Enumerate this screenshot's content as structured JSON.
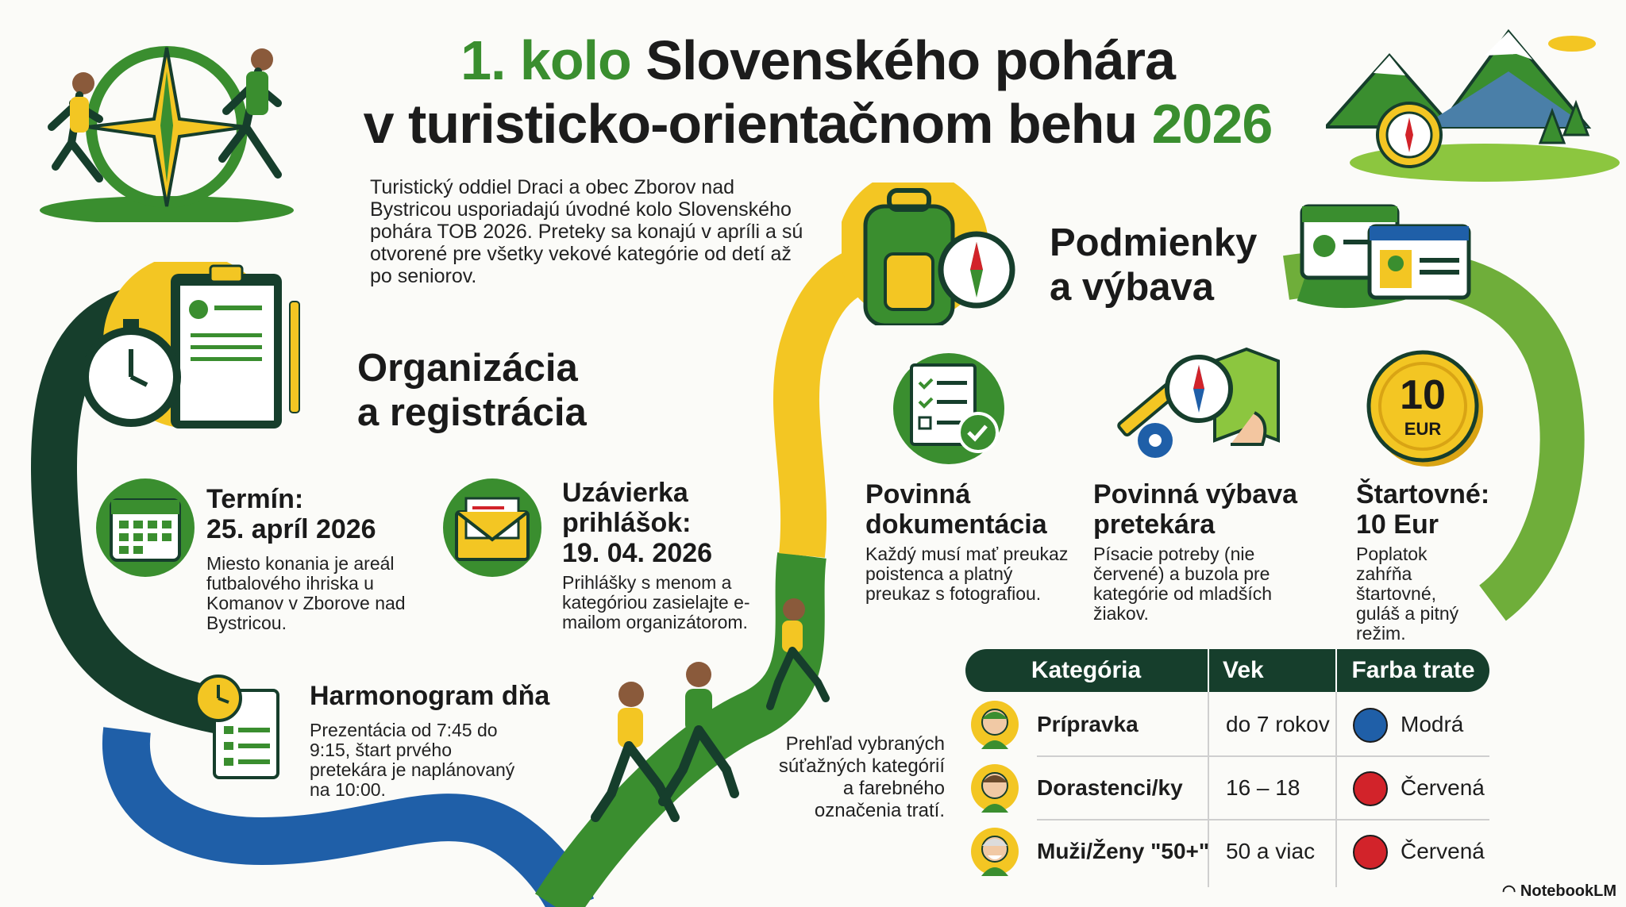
{
  "title": {
    "part1": "1. kolo",
    "part2": " Slovenského pohára",
    "part3": "v turisticko-orientačnom behu ",
    "year": "2026"
  },
  "intro": "Turistický oddiel Draci a obec Zborov nad Bystricou usporiadajú úvodné kolo Slovenského pohára TOB 2026. Preteky sa konajú v apríli a sú otvorené pre všetky vekové kategórie od detí až po seniorov.",
  "organizacia": {
    "heading_line1": "Organizácia",
    "heading_line2": "a registrácia",
    "termin": {
      "title_line1": "Termín:",
      "title_line2": "25. apríl 2026",
      "text": "Miesto konania je areál futbalového ihriska u Komanov v Zborove nad Bystricou."
    },
    "uzavierka": {
      "title_line1": "Uzávierka",
      "title_line2": "prihlášok:",
      "title_line3": "19. 04. 2026",
      "text": "Prihlášky s menom a kategóriou zasielajte e-mailom organizátorom."
    },
    "harmonogram": {
      "title": "Harmonogram dňa",
      "text": "Prezentácia od 7:45 do 9:15, štart prvého pretekára je naplánovaný na 10:00."
    }
  },
  "podmienky": {
    "heading_line1": "Podmienky",
    "heading_line2": "a výbava",
    "dokumentacia": {
      "title_line1": "Povinná",
      "title_line2": "dokumentácia",
      "text": "Každý musí mať preukaz poistenca a platný preukaz s fotografiou."
    },
    "vybava": {
      "title_line1": "Povinná výbava",
      "title_line2": "pretekára",
      "text": "Písacie potreby (nie červené) a buzola pre kategórie od mladších žiakov."
    },
    "startovne": {
      "title_line1": "Štartovné:",
      "title_line2": "10 Eur",
      "text": "Poplatok zahŕňa štartovné, guláš a pitný režim.",
      "coin_value": "10",
      "coin_unit": "EUR"
    }
  },
  "table_note": "Prehľad vybraných súťažných kategórií a farebného označenia tratí.",
  "table": {
    "headers": [
      "Kategória",
      "Vek",
      "Farba trate"
    ],
    "rows": [
      {
        "kategoria": "Prípravka",
        "vek": "do 7 rokov",
        "farba": "Modrá",
        "color": "#1f5fa8"
      },
      {
        "kategoria": "Dorastenci/ky",
        "vek": "16 – 18",
        "farba": "Červená",
        "color": "#d2232a"
      },
      {
        "kategoria": "Muži/Ženy \"50+\"",
        "vek": "50 a viac",
        "farba": "Červená",
        "color": "#d2232a"
      }
    ]
  },
  "colors": {
    "dark_green": "#163e2c",
    "green": "#3a8e2f",
    "light_green": "#8cc63f",
    "yellow": "#f3c623",
    "blue": "#1f5fa8",
    "red": "#d2232a"
  },
  "logo": "NotebookLM"
}
